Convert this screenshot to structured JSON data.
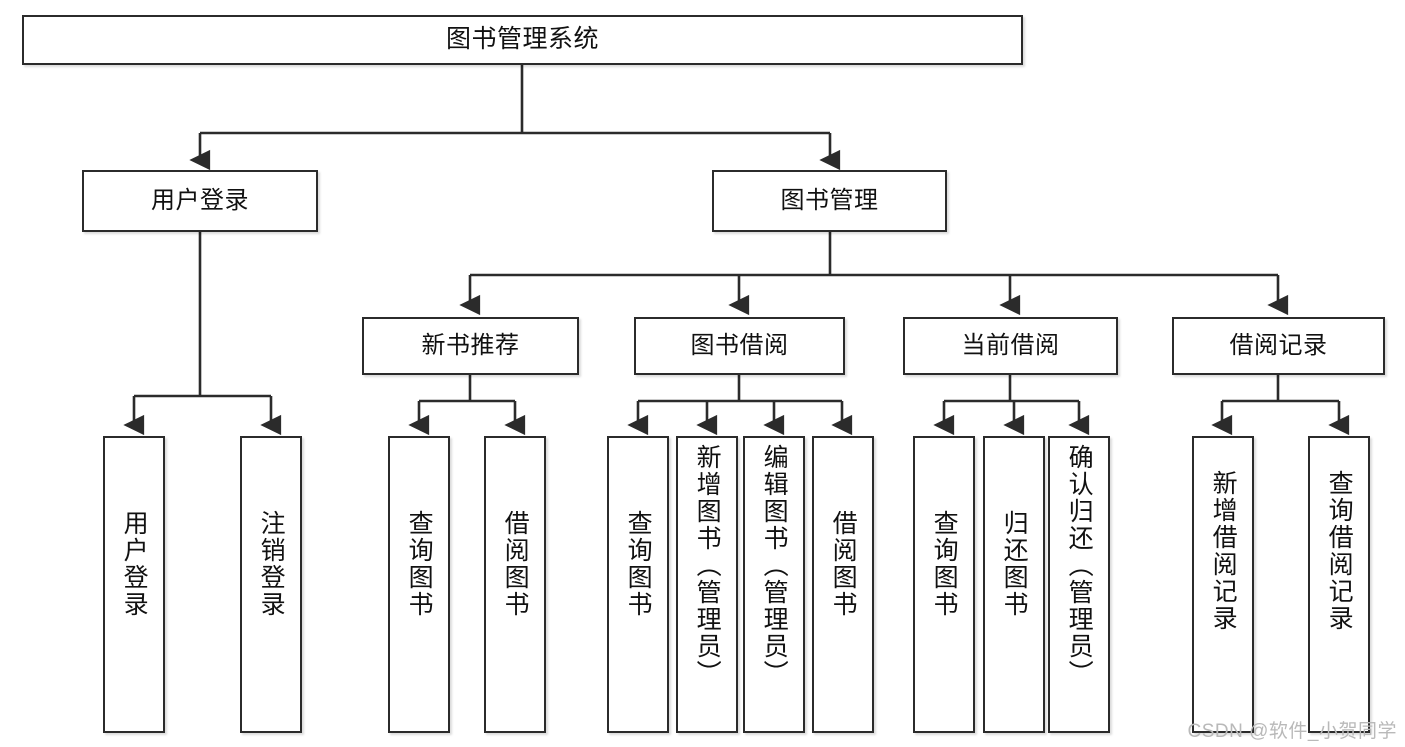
{
  "diagram": {
    "title": "图书管理系统",
    "type": "tree-hierarchy-chart",
    "root": {
      "label": "图书管理系统"
    },
    "level2": [
      {
        "label": "用户登录"
      },
      {
        "label": "图书管理"
      }
    ],
    "level3": [
      {
        "label": "新书推荐"
      },
      {
        "label": "图书借阅"
      },
      {
        "label": "当前借阅"
      },
      {
        "label": "借阅记录"
      }
    ],
    "leaves": {
      "user_login": [
        {
          "label": "用户登录"
        },
        {
          "label": "注销登录"
        }
      ],
      "new_book_recommend": [
        {
          "label": "查询图书"
        },
        {
          "label": "借阅图书"
        }
      ],
      "book_borrow": [
        {
          "label": "查询图书"
        },
        {
          "label": "新增图书（管理员）"
        },
        {
          "label": "编辑图书（管理员）"
        },
        {
          "label": "借阅图书"
        }
      ],
      "current_borrow": [
        {
          "label": "查询图书"
        },
        {
          "label": "归还图书"
        },
        {
          "label": "确认归还（管理员）"
        }
      ],
      "borrow_record": [
        {
          "label": "新增借阅记录"
        },
        {
          "label": "查询借阅记录"
        }
      ]
    }
  },
  "watermark": {
    "text": "CSDN @软件_小贺同学"
  },
  "colors": {
    "border": "#2b2b2b",
    "background": "#ffffff",
    "text": "#111111",
    "watermark": "#b9b9b9"
  }
}
